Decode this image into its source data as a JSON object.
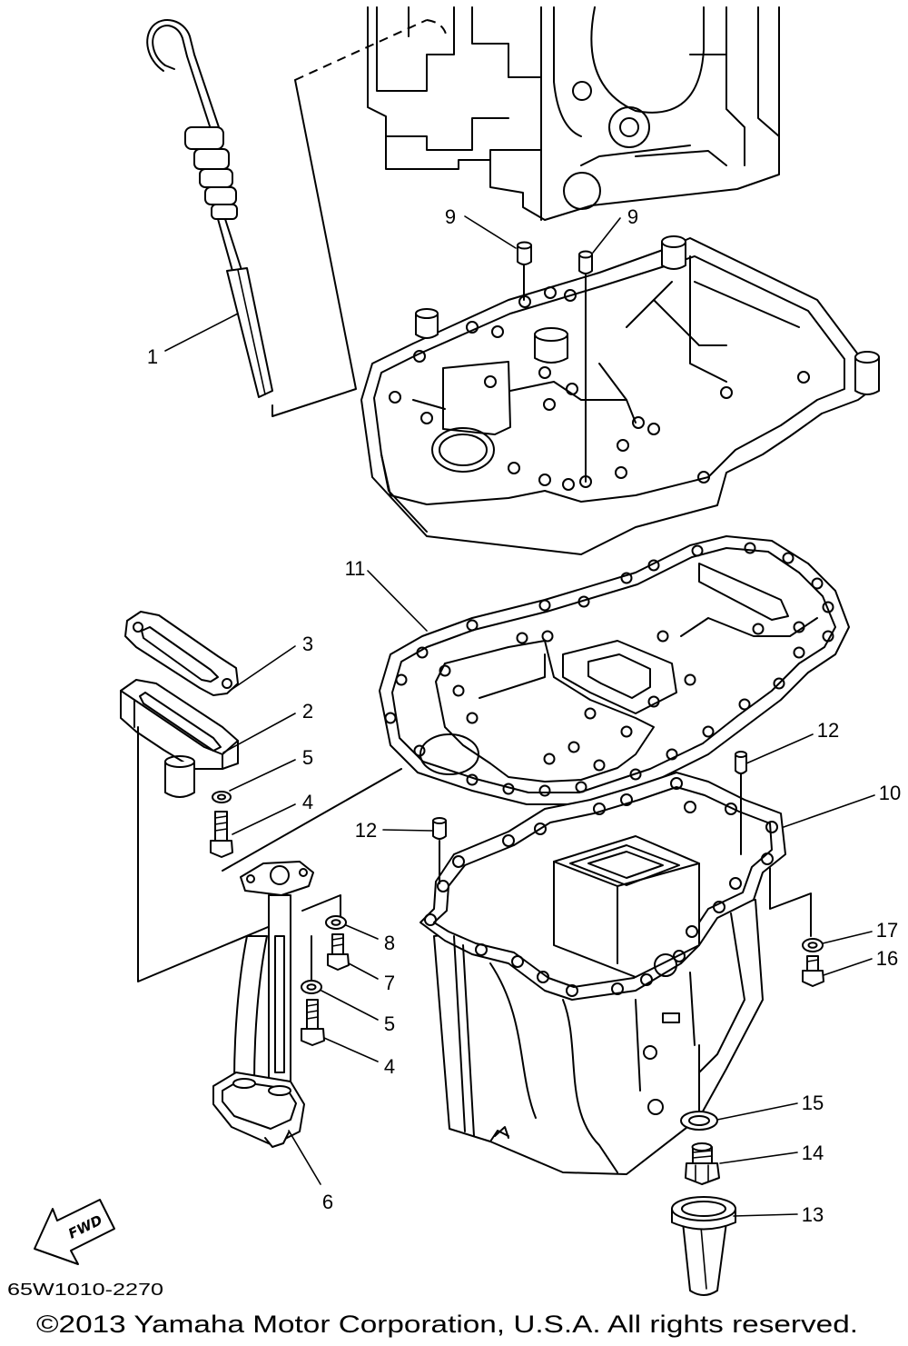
{
  "callouts": [
    "1",
    "9",
    "9",
    "11",
    "3",
    "2",
    "5",
    "4",
    "12",
    "10",
    "12",
    "17",
    "8",
    "7",
    "16",
    "5",
    "4",
    "15",
    "6",
    "14",
    "13"
  ],
  "fwd_label": "FWD",
  "diagram_code": "65W1010-2270",
  "copyright": "©2013 Yamaha Motor Corporation, U.S.A. All rights reserved.",
  "colors": {
    "line": "#000000",
    "background": "#ffffff"
  }
}
